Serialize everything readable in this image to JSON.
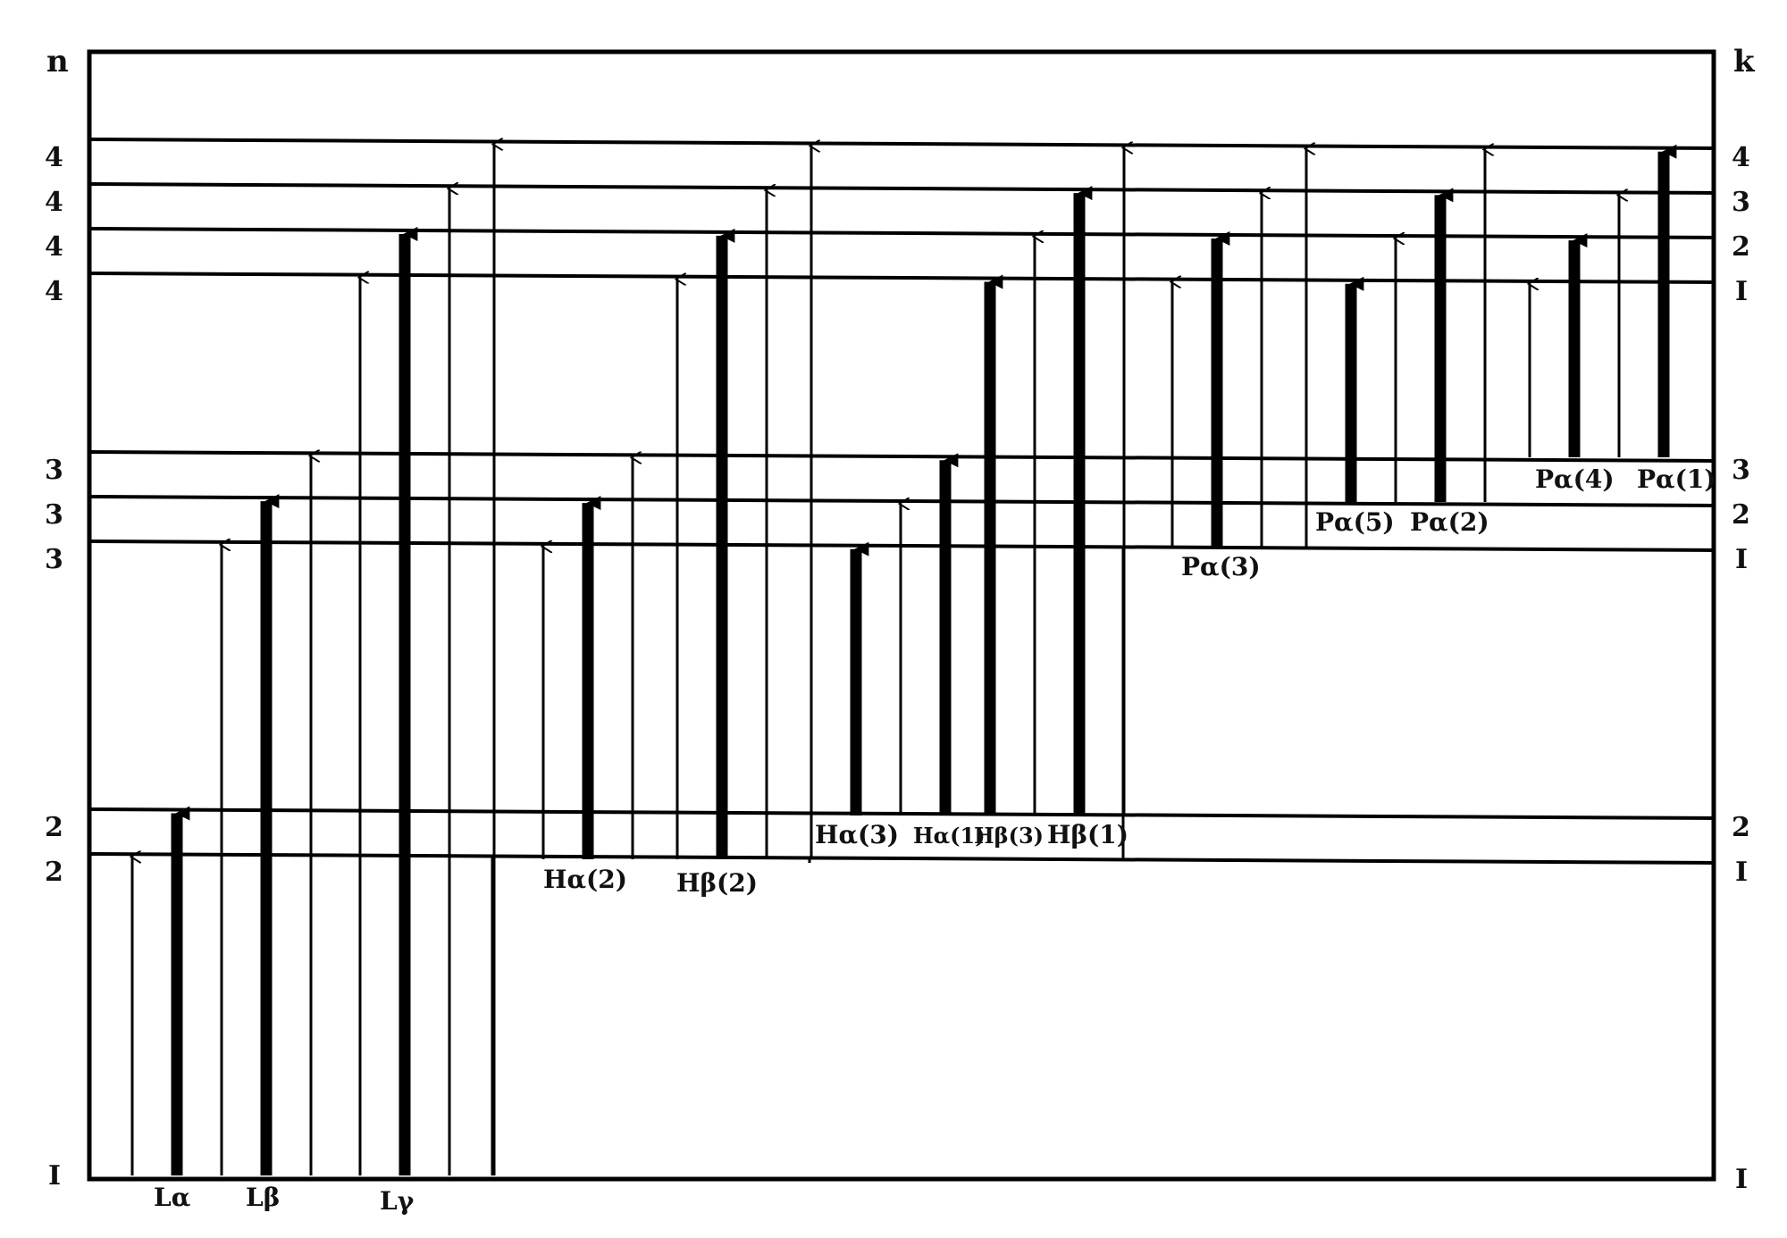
{
  "axis": {
    "left_title": "n",
    "right_title": "k",
    "left_ticks": [
      "4",
      "4",
      "4",
      "4",
      "3",
      "3",
      "3",
      "2",
      "2",
      "I"
    ],
    "right_ticks": [
      "4",
      "3",
      "2",
      "I",
      "3",
      "2",
      "I",
      "2",
      "I",
      "I"
    ]
  },
  "transition_labels": [
    "Lα",
    "Lβ",
    "Lγ",
    "Hα(2)",
    "Hβ(2)",
    "Hα(3)",
    "Hα(1)",
    "Hβ(3)",
    "Hβ(1)",
    "Pα(3)",
    "Pα(5)",
    "Pα(2)",
    "Pα(4)",
    "Pα(1)"
  ]
}
